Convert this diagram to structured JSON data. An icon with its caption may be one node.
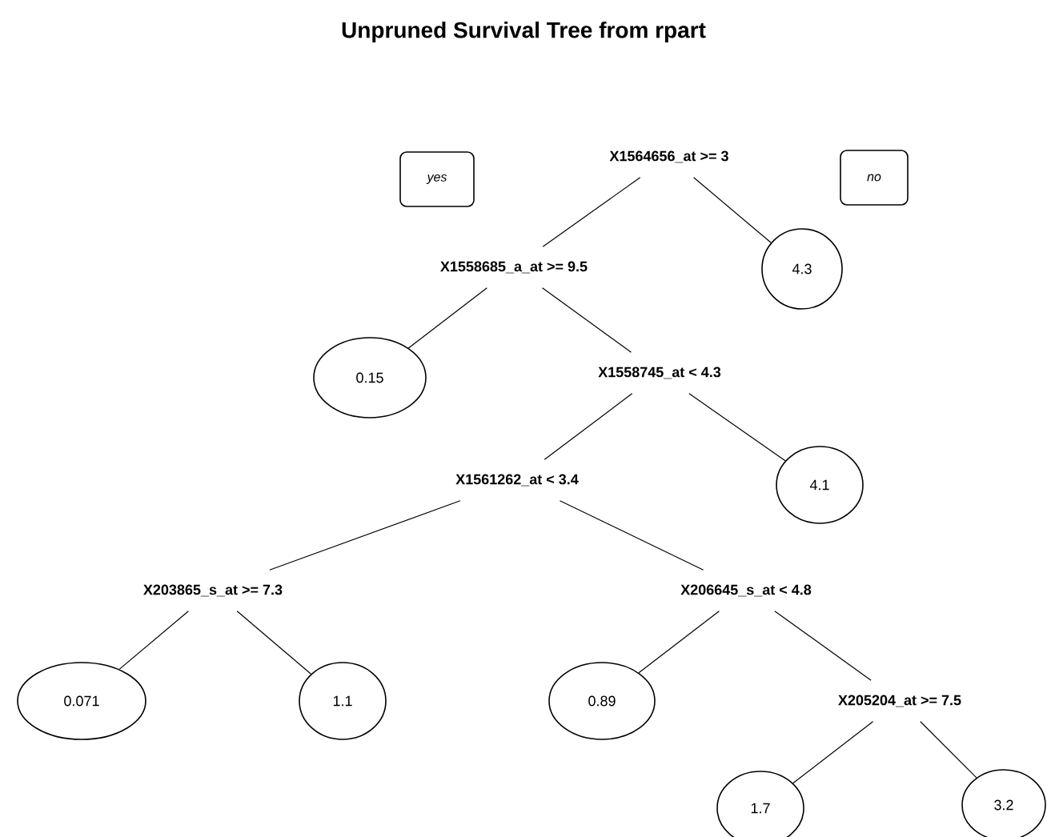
{
  "diagram": {
    "title": "Unpruned Survival Tree from rpart",
    "nodes": [
      {
        "text": [
          "yes"
        ]
      },
      {
        "text": [
          "X1564656_at >= 3"
        ]
      },
      {
        "text": [
          "no"
        ]
      },
      {
        "text": [
          "X1558685_a_at >= 9.5"
        ]
      },
      {
        "text": [
          "4.3"
        ]
      },
      {
        "text": [
          "0.15"
        ]
      },
      {
        "text": [
          "X1558745_at < 4.3"
        ]
      },
      {
        "text": [
          "X1561262_at < 3.4"
        ]
      },
      {
        "text": [
          "4.1"
        ]
      },
      {
        "text": [
          "X203865_s_at >= 7.3"
        ]
      },
      {
        "text": [
          "X206645_s_at < 4.8"
        ]
      },
      {
        "text": [
          "0.071"
        ]
      },
      {
        "text": [
          "1.1"
        ]
      },
      {
        "text": [
          "0.89"
        ]
      },
      {
        "text": [
          "X205204_at >= 7.5"
        ]
      },
      {
        "text": [
          "1.7"
        ]
      },
      {
        "text": [
          "3.2"
        ]
      }
    ],
    "edges": [
      {
        "from": 1,
        "to": 3,
        "arrow": "none"
      },
      {
        "from": 1,
        "to": 4,
        "arrow": "none"
      },
      {
        "from": 3,
        "to": 5,
        "arrow": "none"
      },
      {
        "from": 3,
        "to": 6,
        "arrow": "none"
      },
      {
        "from": 6,
        "to": 7,
        "arrow": "none"
      },
      {
        "from": 6,
        "to": 8,
        "arrow": "none"
      },
      {
        "from": 7,
        "to": 9,
        "arrow": "none"
      },
      {
        "from": 7,
        "to": 10,
        "arrow": "none"
      },
      {
        "from": 9,
        "to": 11,
        "arrow": "none"
      },
      {
        "from": 9,
        "to": 12,
        "arrow": "none"
      },
      {
        "from": 10,
        "to": 13,
        "arrow": "none"
      },
      {
        "from": 10,
        "to": 14,
        "arrow": "none"
      },
      {
        "from": 14,
        "to": 15,
        "arrow": "none"
      },
      {
        "from": 14,
        "to": 16,
        "arrow": "none"
      }
    ]
  }
}
